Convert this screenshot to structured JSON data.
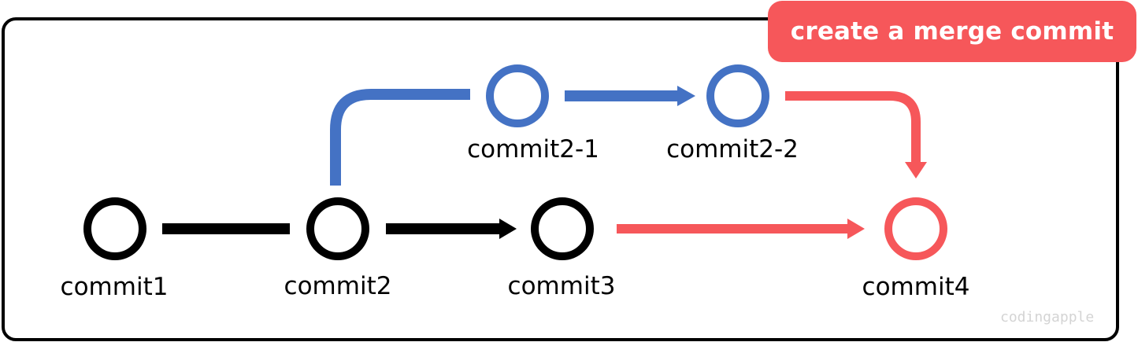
{
  "title": "create a merge commit",
  "watermark": "codingapple",
  "colors": {
    "main_branch": "#000000",
    "feature_branch": "#4472c4",
    "merge": "#f6575a",
    "frame_border": "#000000",
    "badge_text": "#ffffff"
  },
  "nodes": [
    {
      "id": "commit1",
      "label": "commit1",
      "branch": "main_branch"
    },
    {
      "id": "commit2",
      "label": "commit2",
      "branch": "main_branch"
    },
    {
      "id": "commit3",
      "label": "commit3",
      "branch": "main_branch"
    },
    {
      "id": "commit4",
      "label": "commit4",
      "branch": "merge"
    },
    {
      "id": "commit2-1",
      "label": "commit2-1",
      "branch": "feature_branch"
    },
    {
      "id": "commit2-2",
      "label": "commit2-2",
      "branch": "feature_branch"
    }
  ],
  "edges": [
    {
      "from": "commit1",
      "to": "commit2",
      "color": "main_branch",
      "arrow": false
    },
    {
      "from": "commit2",
      "to": "commit3",
      "color": "main_branch",
      "arrow": true
    },
    {
      "from": "commit3",
      "to": "commit4",
      "color": "merge",
      "arrow": true
    },
    {
      "from": "commit2",
      "to": "commit2-1",
      "color": "feature_branch",
      "arrow": false
    },
    {
      "from": "commit2-1",
      "to": "commit2-2",
      "color": "feature_branch",
      "arrow": true
    },
    {
      "from": "commit2-2",
      "to": "commit4",
      "color": "merge",
      "arrow": true
    }
  ]
}
